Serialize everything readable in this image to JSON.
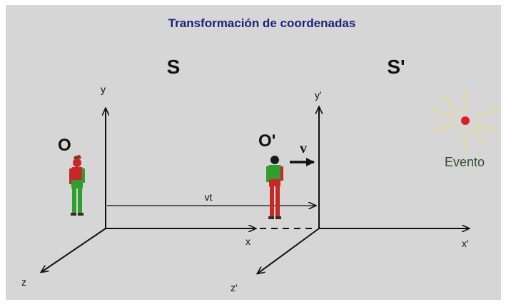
{
  "title": "Transformación de coordenadas",
  "frames": {
    "s": {
      "name": "S",
      "observer": "O",
      "axis_y": "y",
      "axis_x": "x",
      "axis_z": "z"
    },
    "s_prime": {
      "name": "S'",
      "observer": "O'",
      "axis_y": "y'",
      "axis_x": "x'",
      "axis_z": "z'"
    }
  },
  "velocity_label": "v",
  "displacement_label": "vt",
  "event_label": "Evento",
  "colors": {
    "background": "#d6d6d6",
    "title": "#1a237e",
    "axes": "#111111",
    "event_dot": "#e02020",
    "event_rays": "#e8dc8a",
    "event_text": "#2e4d2e",
    "person_red": "#c62828",
    "person_green": "#2e9e2e"
  }
}
